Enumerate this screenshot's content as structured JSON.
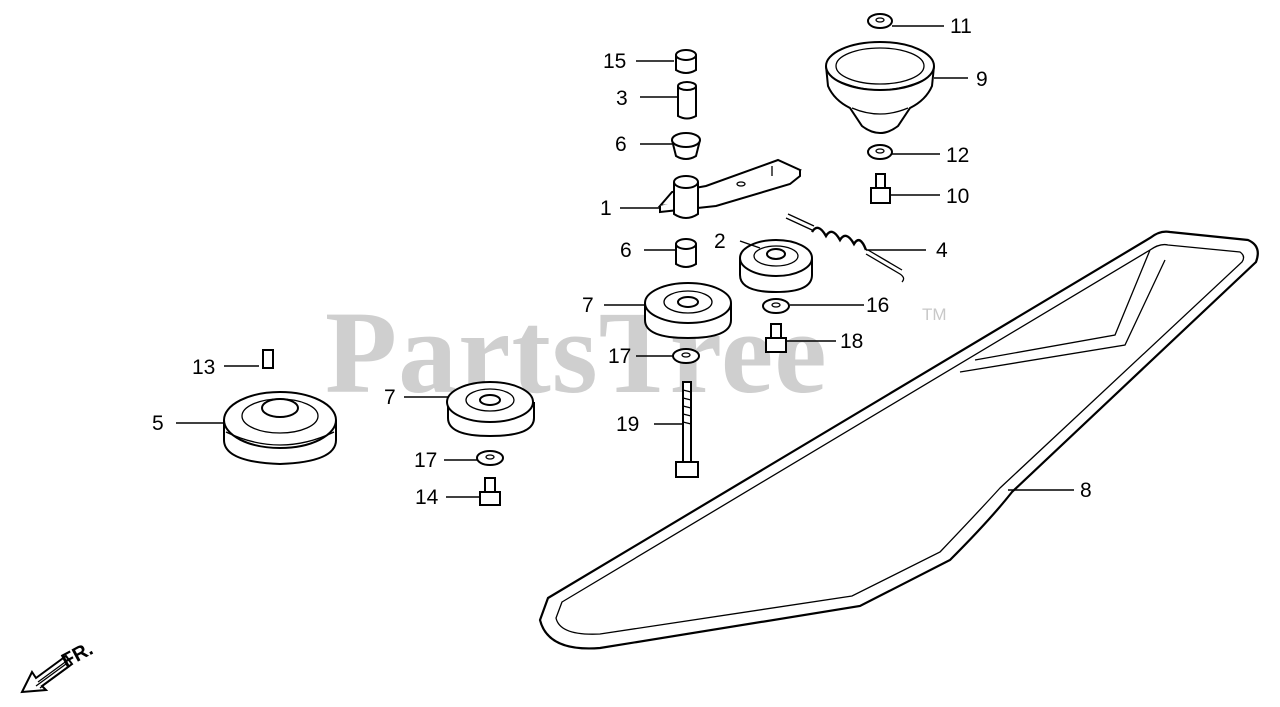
{
  "watermark": {
    "text": "PartsTree",
    "trademark": "TM"
  },
  "direction": {
    "label": "FR."
  },
  "callouts": [
    {
      "id": "c1",
      "number": "1"
    },
    {
      "id": "c2",
      "number": "2"
    },
    {
      "id": "c3",
      "number": "3"
    },
    {
      "id": "c4",
      "number": "4"
    },
    {
      "id": "c5",
      "number": "5"
    },
    {
      "id": "c6a",
      "number": "6"
    },
    {
      "id": "c6b",
      "number": "6"
    },
    {
      "id": "c7a",
      "number": "7"
    },
    {
      "id": "c7b",
      "number": "7"
    },
    {
      "id": "c8",
      "number": "8"
    },
    {
      "id": "c9",
      "number": "9"
    },
    {
      "id": "c10",
      "number": "10"
    },
    {
      "id": "c11",
      "number": "11"
    },
    {
      "id": "c12",
      "number": "12"
    },
    {
      "id": "c13",
      "number": "13"
    },
    {
      "id": "c14",
      "number": "14"
    },
    {
      "id": "c15",
      "number": "15"
    },
    {
      "id": "c16",
      "number": "16"
    },
    {
      "id": "c17a",
      "number": "17"
    },
    {
      "id": "c17b",
      "number": "17"
    },
    {
      "id": "c18",
      "number": "18"
    },
    {
      "id": "c19",
      "number": "19"
    }
  ]
}
